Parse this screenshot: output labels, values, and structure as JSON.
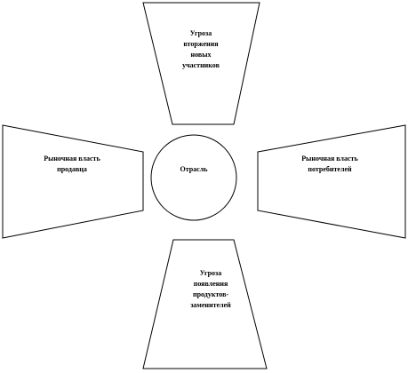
{
  "diagram": {
    "top": {
      "lines": [
        "Угроза",
        "вторжения",
        "новых",
        "участников"
      ]
    },
    "left": {
      "lines": [
        "Рыночная власть",
        "продавца"
      ]
    },
    "center": {
      "lines": [
        "Отрасль"
      ]
    },
    "right": {
      "lines": [
        "Рыночная власть",
        "потребителей"
      ]
    },
    "bottom": {
      "lines": [
        "Угроза",
        "появления",
        "продуктов-",
        "заменителей"
      ]
    }
  }
}
